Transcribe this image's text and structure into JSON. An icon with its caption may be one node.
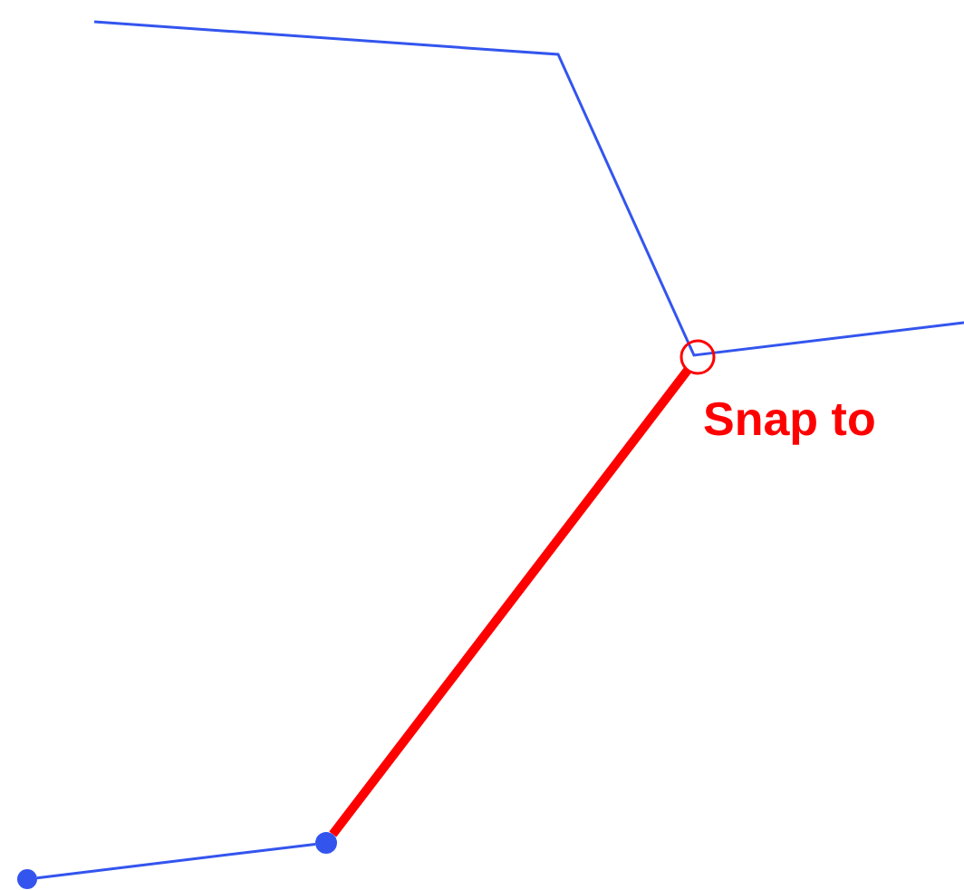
{
  "diagram": {
    "nodes": [
      {
        "text": [],
        "shape": "circle"
      },
      {
        "text": [],
        "shape": "circle"
      },
      {
        "text": [],
        "shape": "circle",
        "beside": [
          "Snap to"
        ]
      }
    ],
    "edges": [
      {
        "from": 0,
        "to": 1,
        "arrow": "none"
      },
      {
        "from": 1,
        "to": 2,
        "arrow": "none",
        "style": "thick",
        "color": "#ff0000"
      }
    ]
  }
}
